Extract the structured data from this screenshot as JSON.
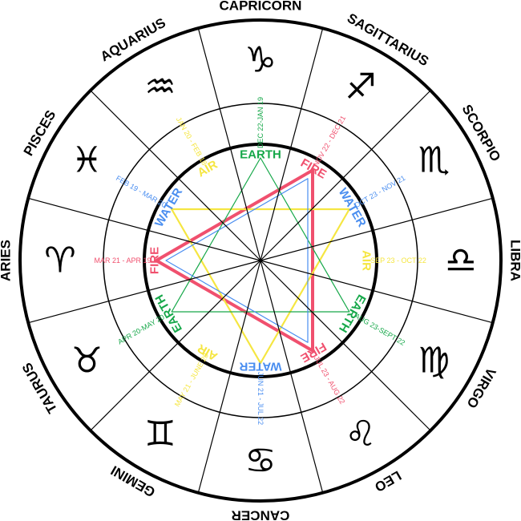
{
  "colors": {
    "fire": "#f0506e",
    "earth": "#17a84a",
    "air": "#f5e642",
    "water": "#4a8ef0",
    "ring": "#000000"
  },
  "signs": [
    {
      "name": "CAPRICORN",
      "symbol": "♑",
      "dates": "DEC 22-JAN 19",
      "element": "EARTH",
      "color": "#17a84a"
    },
    {
      "name": "SAGITTARIUS",
      "symbol": "♐",
      "dates": "NOV 22 - DEC 21",
      "element": "FIRE",
      "color": "#f0506e"
    },
    {
      "name": "SCORPIO",
      "symbol": "♏",
      "dates": "OCT 23 - NOV 21",
      "element": "WATER",
      "color": "#4a8ef0"
    },
    {
      "name": "LIBRA",
      "symbol": "♎",
      "dates": "SEP 23 - OCT 22",
      "element": "AIR",
      "color": "#f5e642"
    },
    {
      "name": "VIRGO",
      "symbol": "♍",
      "dates": "AUG 23-SEPT 22",
      "element": "EARTH",
      "color": "#17a84a"
    },
    {
      "name": "LEO",
      "symbol": "♌",
      "dates": "JUL 23 - AUG 22",
      "element": "FIRE",
      "color": "#f0506e"
    },
    {
      "name": "CANCER",
      "symbol": "♋",
      "dates": "JUN 21 - JUL 22",
      "element": "WATER",
      "color": "#4a8ef0"
    },
    {
      "name": "GEMINI",
      "symbol": "♊",
      "dates": "MAY 21 - JUNE 20",
      "element": "AIR",
      "color": "#f5e642"
    },
    {
      "name": "TAURUS",
      "symbol": "♉",
      "dates": "APR 20-MAY 20",
      "element": "EARTH",
      "color": "#17a84a"
    },
    {
      "name": "ARIES",
      "symbol": "♈",
      "dates": "MAR 21 - APR 19",
      "element": "FIRE",
      "color": "#f0506e"
    },
    {
      "name": "PISCES",
      "symbol": "♓",
      "dates": "FEB 19 - MAR 20",
      "element": "WATER",
      "color": "#4a8ef0"
    },
    {
      "name": "AQUARIUS",
      "symbol": "♒",
      "dates": "JAN 20 - FEB 18",
      "element": "AIR",
      "color": "#f5e642"
    }
  ],
  "triangles": [
    {
      "element": "fire",
      "color": "#f0506e"
    },
    {
      "element": "air",
      "color": "#f5e642"
    },
    {
      "element": "earth",
      "color": "#17a84a"
    },
    {
      "element": "water",
      "color": "#4a8ef0"
    }
  ]
}
